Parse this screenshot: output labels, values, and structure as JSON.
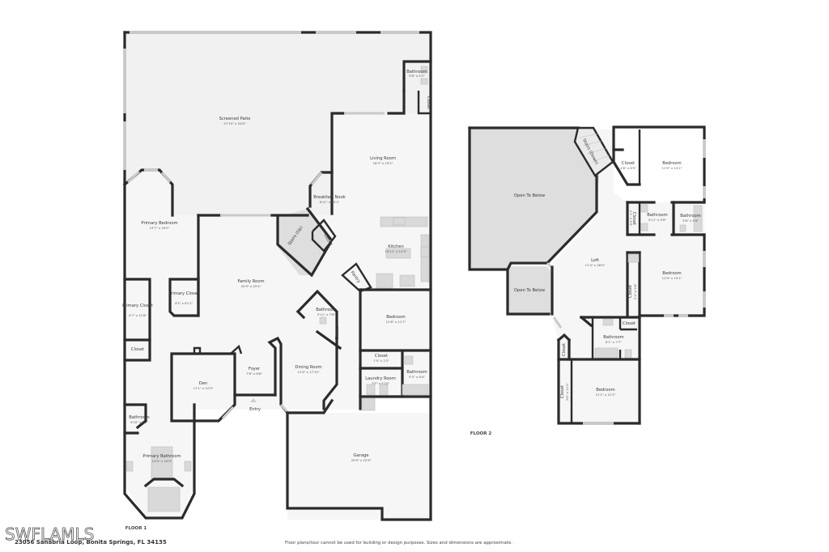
{
  "floor1": {
    "label": "FLOOR 1",
    "rooms": [
      {
        "name": "Screened Patio",
        "dims": "57'10\" x 34'6\""
      },
      {
        "name": "Bathroom",
        "dims": "5'8\" x 5'2\""
      },
      {
        "name": "Closet",
        "dims": ""
      },
      {
        "name": "Living Room",
        "dims": "18'3\" x 19'2\""
      },
      {
        "name": "Breakfast Nook",
        "dims": "6'11\" x 10'1\""
      },
      {
        "name": "Primary Bedroom",
        "dims": "13'7\" x 20'5\""
      },
      {
        "name": "Stairs (Up)",
        "dims": ""
      },
      {
        "name": "Closet",
        "dims": ""
      },
      {
        "name": "Kitchen",
        "dims": "10'11\" x 12'9\""
      },
      {
        "name": "Family Room",
        "dims": "20'9\" x 25'4\""
      },
      {
        "name": "Pantry",
        "dims": "4'1\" x 4'3\""
      },
      {
        "name": "Primary Closet",
        "dims": "4'7\" x 11'6\""
      },
      {
        "name": "Primary Closet",
        "dims": "4'5\" x 6'11\""
      },
      {
        "name": "Bathroom",
        "dims": "5'11\" x 7'6\""
      },
      {
        "name": "Closet",
        "dims": ""
      },
      {
        "name": "Bedroom",
        "dims": "12'8\" x 11'7\""
      },
      {
        "name": "Closet",
        "dims": ""
      },
      {
        "name": "Closet",
        "dims": "7'5\" x 2'2\""
      },
      {
        "name": "Dining Room",
        "dims": "11'9\" x 17'10\""
      },
      {
        "name": "Den",
        "dims": "11'1\" x 12'9\""
      },
      {
        "name": "Foyer",
        "dims": "7'6\" x 8'6\""
      },
      {
        "name": "Entry",
        "dims": ""
      },
      {
        "name": "Laundry Room",
        "dims": "7'5\" x 5'10\""
      },
      {
        "name": "Bathroom",
        "dims": "5'3\" x 8'4\""
      },
      {
        "name": "Bathroom",
        "dims": "4'10\" x 5'2\""
      },
      {
        "name": "Primary Bathroom",
        "dims": "14'0\" x 20'9\""
      },
      {
        "name": "Garage",
        "dims": "20'9\" x 22'9\""
      }
    ]
  },
  "floor2": {
    "label": "FLOOR 2",
    "rooms": [
      {
        "name": "Open To Below",
        "dims": ""
      },
      {
        "name": "Stairs (Down)",
        "dims": ""
      },
      {
        "name": "Closet",
        "dims": "4'6\" x 6'5\""
      },
      {
        "name": "Bedroom",
        "dims": "11'9\" x 14'1\""
      },
      {
        "name": "Closet",
        "dims": "2'1\" x 5'5\""
      },
      {
        "name": "Bathroom",
        "dims": "5'11\" x 5'6\""
      },
      {
        "name": "Bathroom",
        "dims": "5'6\" x 5'6\""
      },
      {
        "name": "Loft",
        "dims": "17'4\" x 28'9\""
      },
      {
        "name": "Open To Below",
        "dims": ""
      },
      {
        "name": "Bedroom",
        "dims": "11'9\" x 15'1\""
      },
      {
        "name": "Closet",
        "dims": "2'2\" x 9'6\""
      },
      {
        "name": "Closet",
        "dims": ""
      },
      {
        "name": "Bathroom",
        "dims": "8'1\" x 7'7\""
      },
      {
        "name": "Closet",
        "dims": ""
      },
      {
        "name": "Closet",
        "dims": "2'6\" x 12'2\""
      },
      {
        "name": "Bedroom",
        "dims": "12'1\" x 12'2\""
      }
    ]
  },
  "footer": {
    "address": "23056 Sanabria Loop, Bonita Springs, FL 34135",
    "disclaimer": "Floor plans/tour cannot be used for building or design purposes. Sizes and dimensions are approximate.",
    "watermark": "SWFLAMLS"
  }
}
